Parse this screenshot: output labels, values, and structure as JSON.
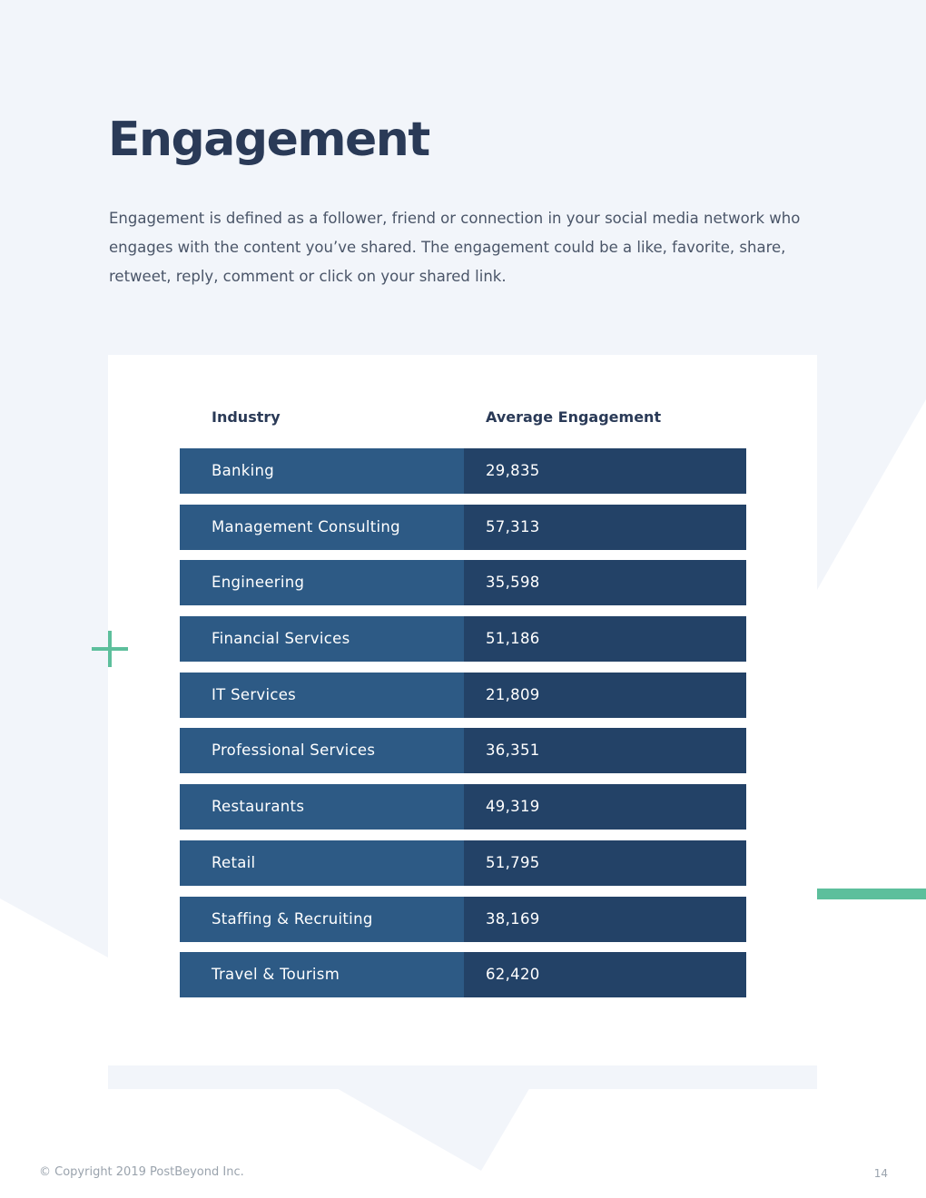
{
  "page": {
    "title": "Engagement",
    "intro": "Engagement is defined as a follower, friend or connection in your social media network who engages with the content you’ve shared. The engagement could be a like, favorite, share, retweet, reply, comment or click on your shared link."
  },
  "table": {
    "headers": {
      "industry": "Industry",
      "value": "Average Engagement"
    },
    "rows": [
      {
        "industry": "Banking",
        "value": "29,835"
      },
      {
        "industry": "Management Consulting",
        "value": "57,313"
      },
      {
        "industry": "Engineering",
        "value": "35,598"
      },
      {
        "industry": "Financial Services",
        "value": "51,186"
      },
      {
        "industry": "IT Services",
        "value": "21,809"
      },
      {
        "industry": "Professional Services",
        "value": "36,351"
      },
      {
        "industry": "Restaurants",
        "value": "49,319"
      },
      {
        "industry": "Retail",
        "value": "51,795"
      },
      {
        "industry": "Staffing & Recruiting",
        "value": "38,169"
      },
      {
        "industry": "Travel & Tourism",
        "value": "62,420"
      }
    ]
  },
  "footer": {
    "copyright": "© Copyright 2019 PostBeyond Inc.",
    "page_number": "14"
  },
  "colors": {
    "background_tint": "#f2f5fa",
    "heading": "#2a3a57",
    "industry_cell": "#2d5a85",
    "value_cell": "#234267",
    "accent_green": "#5dbf9c"
  },
  "icons": {
    "plus": "plus-icon"
  }
}
